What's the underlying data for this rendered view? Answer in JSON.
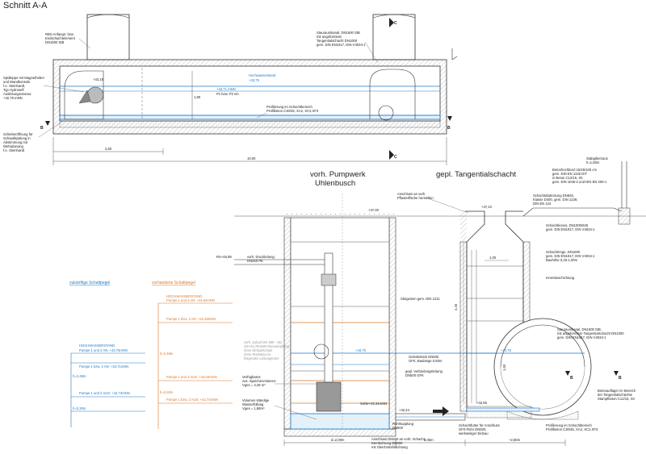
{
  "title": "Schnitt A-A",
  "section_marks": {
    "b": "B",
    "c": "C"
  },
  "top_section": {
    "notes": [
      {
        "id": "rb-anfang",
        "lines": [
          "RBS Anfangs- bzw.",
          "Endschachtelement",
          "DN1600 StB"
        ]
      },
      {
        "id": "staurohr-top",
        "lines": [
          "Stauraumkanal, DN1600 StB",
          "mit angeformtem",
          "Tangentialschacht DN1000",
          "gem. DIN EN1917, DIN V4034-1"
        ]
      },
      {
        "id": "spuelkippe",
        "lines": [
          "Spülkippe mit Magnetheber",
          "und Wandkonsole",
          "f.e. Steinhardt,",
          "Typ Hydroself",
          "Auslösungsniveau:",
          "+42,79 mNN"
        ]
      },
      {
        "id": "profilierung-top",
        "lines": [
          "Profilierung im Schachtbereich",
          "Profilbeton C30/45, XA2, XC2,XF3"
        ]
      },
      {
        "id": "schieber",
        "lines": [
          "Schieberöffnung für",
          "Schwallspülung in",
          "Abstimmung mit",
          "Wehrplanung",
          "f.e. Steinhardt"
        ]
      }
    ],
    "hw_label": "Hochwasserstand",
    "hw_value": "+43,75",
    "p1_value": "+43,71 mNN",
    "p1_note": "P1 bzw. P2 ein",
    "level_left": "+43,16",
    "dim_height": "1,80",
    "dim_2": "2,60",
    "dim_total": "10,00"
  },
  "bottom_section": {
    "pumpwerk_title": [
      "vorh. Pumpwerk",
      "Uhlenbusch"
    ],
    "schacht_title": "gepl. Tangentialschacht",
    "anschluss": [
      "Anschluss an vorh.",
      "Pflasterfläche herstellen"
    ],
    "stabgitterzaun": [
      "Stabgitterzaun",
      "h=1,80m"
    ],
    "betonhochbord": [
      "Betonhochbord 15/25/100 cm",
      "gem. DIN EN 1340 DIT",
      "in Beton C12/15, X0",
      "gem. DIN 1045-2 und DIN EN 206-1"
    ],
    "level_ground": "+47,00",
    "level_ground2": "+47,10",
    "druckleitung": [
      "vorh. Druckleitung",
      "DN250 PE"
    ],
    "rs_level": "RS+45,89",
    "abdeckung": [
      "Schachtabdeckung DN625,",
      "Klasse D400, gem. DIN 1229,",
      "DIN EN 124"
    ],
    "kranz": [
      "Schachtkonus, DN1000/625",
      "gem. DIN EN1917, DIN V4034-1"
    ],
    "ringe": [
      "Schachtringe, DN1000",
      "gem. DIN EN1917, DIN V4034-1",
      "Bauhöhe 0,25-1,00m"
    ],
    "innenbeschichtung": "Innenbeschichtung",
    "steigeisen": "Steigeisen gem. DIN 1211",
    "dim_100": "1,00",
    "dim_446": "4,46",
    "staurohr": [
      "Stauraumkanal, DN1600 StB,",
      "mit angeformtem Tangentialschacht DN1000",
      "gem. DIN EN1917, DIN V4034-1"
    ],
    "level_4375": "+43,75",
    "level_4375b": "+43,75",
    "dim_160": "1,60",
    "gelenkstueck": [
      "Gelenkstück DN500",
      "GFK, Baulänge 0,50m"
    ],
    "verbindung": [
      "gepl. Verbindungsleitung",
      "DN500 GFK"
    ],
    "level_4244": "+42,44",
    "level_4265": "+42,65",
    "rohrkupplung": [
      "Rohrkupplung",
      "DN500"
    ],
    "anschluss_dn": [
      "Anschluss DN500 an vorh. Schacht,",
      "Kernbohrung DN600",
      "mit Gleichstrahldichtung"
    ],
    "schachtfutter": [
      "Schachtfutter für Anschluss",
      "GFK-Rohr DN500,",
      "werkseitiger Einbau"
    ],
    "profilierung": [
      "Profilierung im Schachtbereich",
      "Profilbeton C30/45, XA2, XC2,XF3"
    ],
    "betonauflager": [
      "Betonauflager im Bereich",
      "der Tangentialschächte",
      "Stampfbeton C12/15, X0"
    ],
    "verfuegbares": [
      "Verfügbares",
      "zus. Speichervolumen:",
      "Vges = 3,49 m³"
    ],
    "volumen": [
      "Volumen ständige",
      "Wasserfüllung",
      "Vges = 1,99m³"
    ],
    "zulauf": [
      "vorh. Zulauf DN 500 - Stz.",
      "SS+43,75mNN Niveauhaltung",
      "ohne Einlaufschütz",
      "ohne Rückstau im",
      "folgenden Leitungsnetz"
    ],
    "sohle": "Sohle+42,44mNN",
    "dim_d": "d=2,00m",
    "dim_205": "2,05m",
    "dim_280": "~2,80m"
  },
  "schaltpegel_future": {
    "heading": "zukünftige Schaltpegel",
    "items": [
      {
        "label": "HOCHWASSERSTAND",
        "sub": "Pumpe 1 und 2 AN: +43,75mNN",
        "dim": ""
      },
      {
        "label": "Pumpe 1 bzw. 2 AN: +43,71mNN",
        "sub": "",
        "dim": "h=2,48m"
      },
      {
        "label": "Pumpe 1 und 2 AUS: +42,74mNN",
        "sub": "",
        "dim": "h=0,30m"
      }
    ]
  },
  "schaltpegel_existing": {
    "heading": "vorhandene Schaltpegel",
    "items": [
      {
        "label": "HOCHWASSERSTAND",
        "sub": "Pumpe 1 und 2 AN: +44,92mNN",
        "dim": ""
      },
      {
        "label": "Pumpe 1 bzw. 2 AN: +44,48mNN",
        "sub": "",
        "dim": "h=2,48m"
      },
      {
        "label": "Pumpe 1 und 2 AUS: +43,04mNN",
        "sub": "",
        "dim": "h=0,60m"
      },
      {
        "label": "Pumpe 1 bzw. 2 AUS: +42,74mNN",
        "sub": "",
        "dim": ""
      }
    ]
  },
  "colors": {
    "line": "#333333",
    "water": "#1e78c8",
    "orange": "#d9772a",
    "hatch": "#9a9a9a",
    "fill_light": "#f2f2f2",
    "water_fill": "#e3f1fb"
  }
}
